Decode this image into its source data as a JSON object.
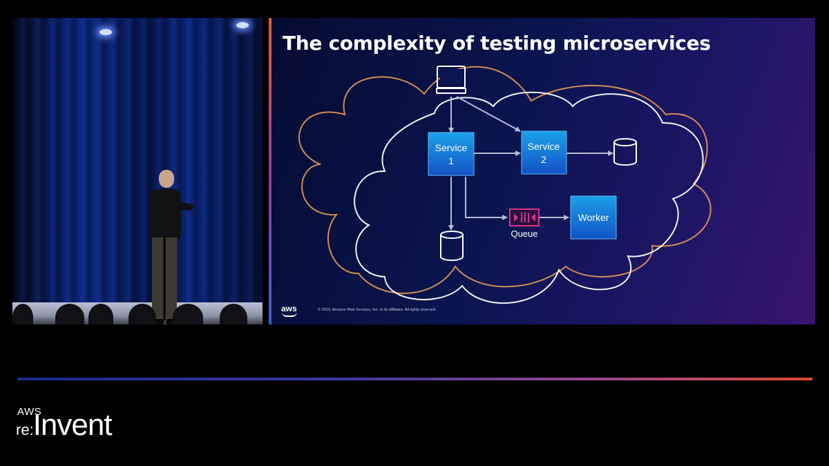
{
  "slide": {
    "title": "The complexity of testing microservices",
    "nodes": {
      "service1_line1": "Service",
      "service1_line2": "1",
      "service2_line1": "Service",
      "service2_line2": "2",
      "worker": "Worker",
      "queue": "Queue"
    },
    "copyright": "© 2023, Amazon Web Services, Inc. or its affiliates. All rights reserved.",
    "footer_logo": "aws"
  },
  "branding": {
    "aws": "AWS",
    "re": "re",
    "invent": "Invent"
  },
  "colors": {
    "service_box": "#1a5fd0",
    "cloud_orange": "#e89a55",
    "cloud_white": "#ffffff",
    "queue_magenta": "#d6338a"
  }
}
